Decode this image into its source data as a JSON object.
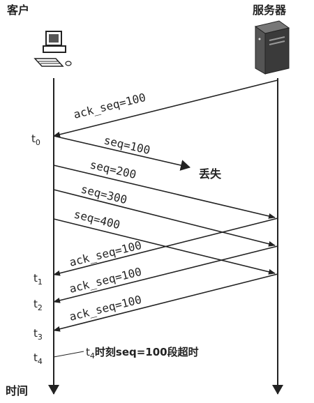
{
  "actors": {
    "client": {
      "label": "客户",
      "icon": "desktop-computer-icon"
    },
    "server": {
      "label": "服务器",
      "icon": "server-tower-icon"
    }
  },
  "time_axis_label": "时间",
  "time_marks": [
    {
      "base": "t",
      "sub": "0"
    },
    {
      "base": "t",
      "sub": "1"
    },
    {
      "base": "t",
      "sub": "2"
    },
    {
      "base": "t",
      "sub": "3"
    },
    {
      "base": "t",
      "sub": "4"
    }
  ],
  "messages": [
    {
      "label": "ack_seq=100",
      "direction": "server-to-client"
    },
    {
      "label": "seq=100",
      "direction": "client-to-server",
      "lost": true
    },
    {
      "label": "seq=200",
      "direction": "client-to-server"
    },
    {
      "label": "seq=300",
      "direction": "client-to-server"
    },
    {
      "label": "seq=400",
      "direction": "client-to-server"
    },
    {
      "label": "ack_seq=100",
      "direction": "server-to-client"
    },
    {
      "label": "ack_seq=100",
      "direction": "server-to-client"
    },
    {
      "label": "ack_seq=100",
      "direction": "server-to-client"
    }
  ],
  "lost_label": "丢失",
  "timeout_note": {
    "base": "t",
    "sub": "4",
    "text": "时刻seq=100段超时"
  },
  "colors": {
    "ink": "#222222",
    "paper": "#ffffff"
  }
}
